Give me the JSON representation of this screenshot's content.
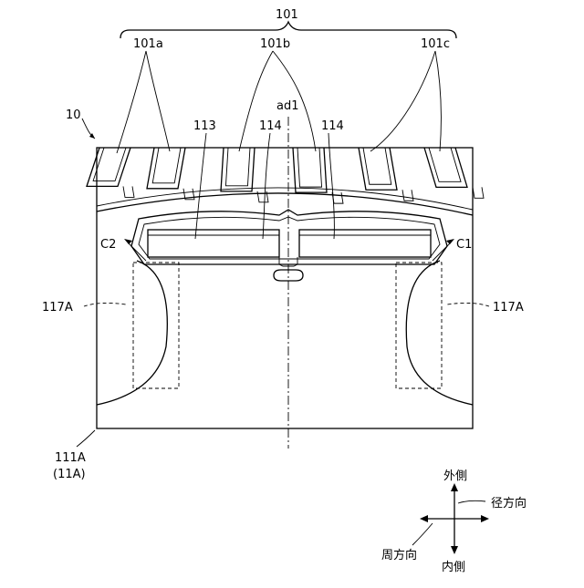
{
  "labels": {
    "core": "101",
    "core_a": "101a",
    "core_b": "101b",
    "core_c": "101c",
    "stator": "10",
    "axis": "ad1",
    "part_113": "113",
    "part_114_left": "114",
    "part_114_right": "114",
    "c2": "C2",
    "c1": "C1",
    "left_117": "117A",
    "right_117": "117A",
    "plate": "111A",
    "plate_alt": "(11A)"
  },
  "direction_legend": {
    "outer": "外側",
    "inner": "内側",
    "radial": "径方向",
    "circumferential": "周方向"
  }
}
